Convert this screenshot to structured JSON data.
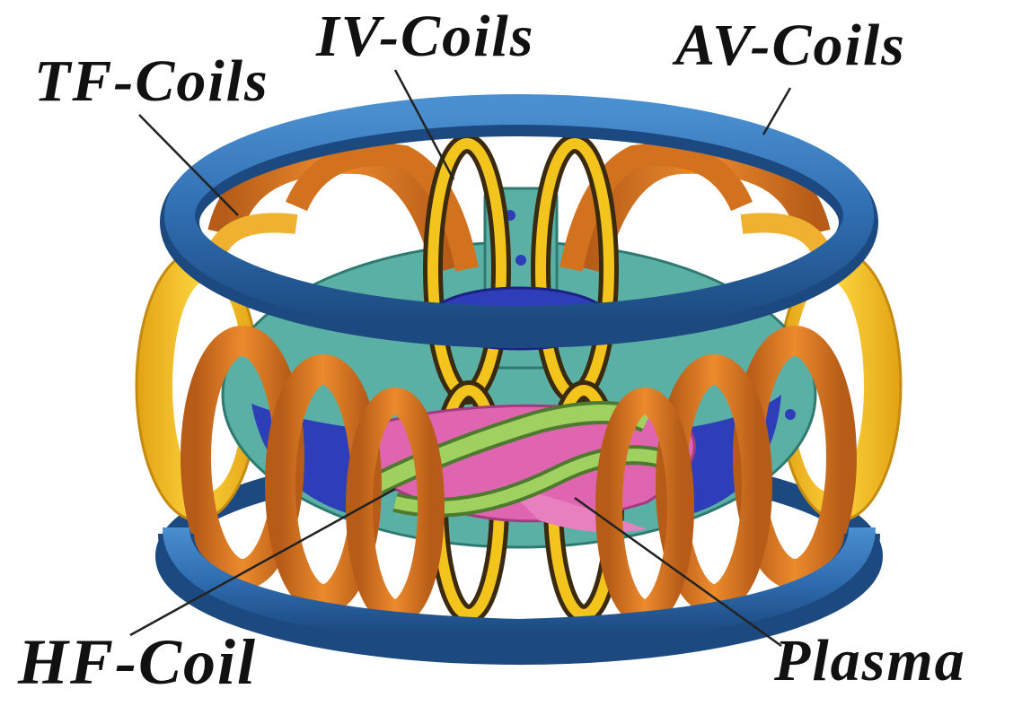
{
  "labels": {
    "tf": "TF-Coils",
    "iv": "IV-Coils",
    "av": "AV-Coils",
    "hf": "HF-Coil",
    "plasma": "Plasma"
  },
  "colors": {
    "av_ring": "#2f6db0",
    "av_ring_light": "#4a8fd0",
    "av_ring_dark": "#1c4a80",
    "tf_coil": "#e07a22",
    "tf_coil_dark": "#a4521a",
    "tf_coil_inner": "#f0b030",
    "iv_coil": "#f3c41c",
    "iv_coil_dark": "#3a2a10",
    "vessel_teal": "#5ab0a4",
    "vessel_blue": "#2e3eb8",
    "plasma": "#e065b0",
    "hf_coil": "#9fd060",
    "leader": "#222222"
  }
}
